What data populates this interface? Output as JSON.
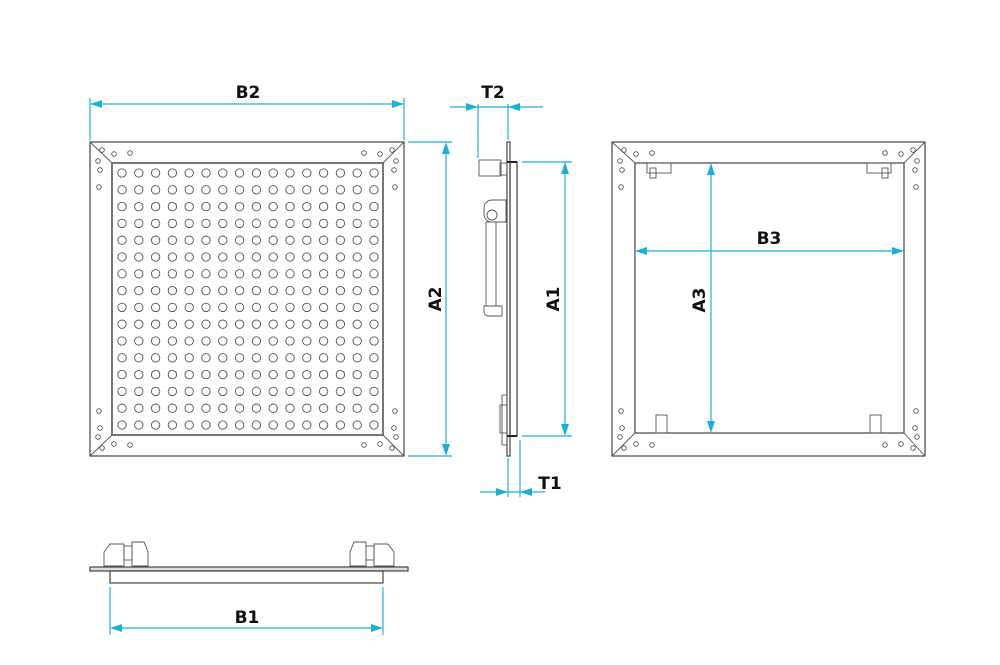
{
  "labels": {
    "B2": "B2",
    "T2": "T2",
    "A2": "A2",
    "A1": "A1",
    "T1": "T1",
    "B3": "B3",
    "A3": "A3",
    "B1": "B1"
  },
  "colors": {
    "dimension": "#1ab0d8",
    "outline": "#444444",
    "text": "#111111"
  },
  "views": [
    "front-grille-view",
    "side-section-view",
    "rear-frame-view",
    "bottom-view"
  ]
}
